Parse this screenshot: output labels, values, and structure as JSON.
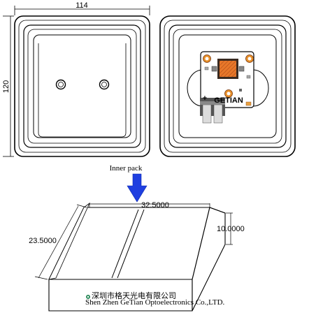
{
  "dimensions": {
    "width": "114",
    "height": "120"
  },
  "arrow_label": "Inner pack",
  "box_dimensions": {
    "length": "32.5000",
    "width": "23.5000",
    "height": "10.0000"
  },
  "led_board": {
    "brand": "GETIAN",
    "plus": "+",
    "minus": "-"
  },
  "company": {
    "name_cn": "深圳市格天光电有限公司",
    "name_en": "Shen Zhen GeTian Optoelectronics Co.,LTD."
  },
  "colors": {
    "arrow": "#1f3fe0",
    "chip": "#e8782a",
    "logo": "#2a8a5a"
  }
}
